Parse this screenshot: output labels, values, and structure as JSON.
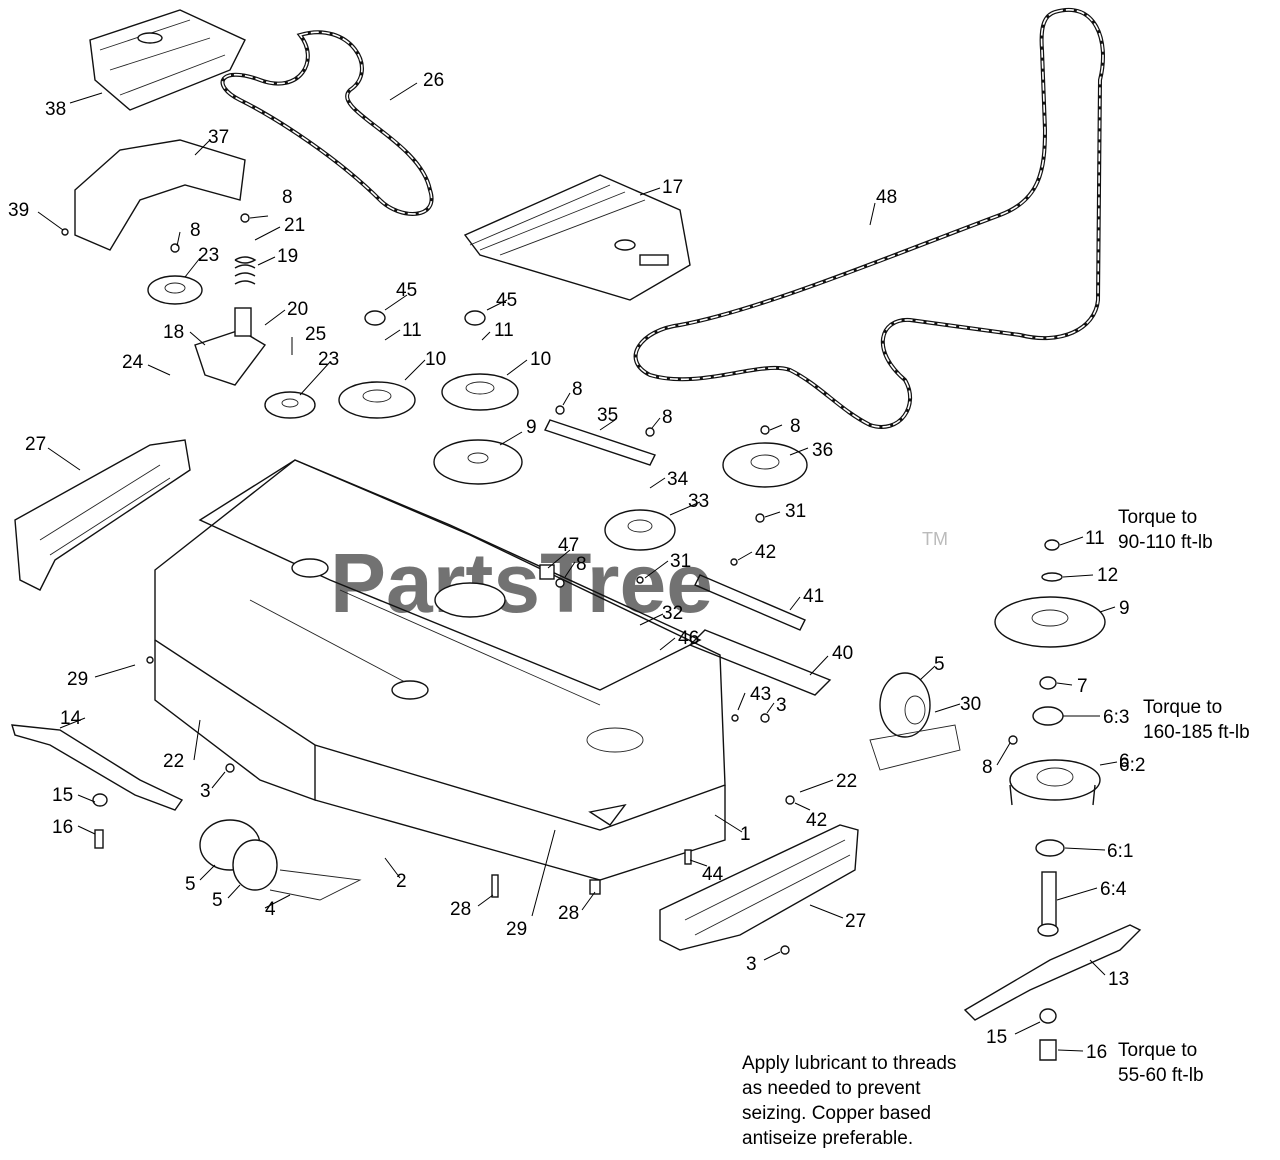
{
  "watermark": {
    "text": "PartsTree",
    "tm": "TM"
  },
  "callouts": [
    {
      "id": "c38",
      "label": "38"
    },
    {
      "id": "c26",
      "label": "26"
    },
    {
      "id": "c37",
      "label": "37"
    },
    {
      "id": "c39",
      "label": "39"
    },
    {
      "id": "c8a",
      "label": "8"
    },
    {
      "id": "c21",
      "label": "21"
    },
    {
      "id": "c8b",
      "label": "8"
    },
    {
      "id": "c23a",
      "label": "23"
    },
    {
      "id": "c19",
      "label": "19"
    },
    {
      "id": "c20",
      "label": "20"
    },
    {
      "id": "c18",
      "label": "18"
    },
    {
      "id": "c24",
      "label": "24"
    },
    {
      "id": "c25",
      "label": "25"
    },
    {
      "id": "c23b",
      "label": "23"
    },
    {
      "id": "c45a",
      "label": "45"
    },
    {
      "id": "c11a",
      "label": "11"
    },
    {
      "id": "c10a",
      "label": "10"
    },
    {
      "id": "c45b",
      "label": "45"
    },
    {
      "id": "c11b",
      "label": "11"
    },
    {
      "id": "c10b",
      "label": "10"
    },
    {
      "id": "c17",
      "label": "17"
    },
    {
      "id": "c48",
      "label": "48"
    },
    {
      "id": "c27a",
      "label": "27"
    },
    {
      "id": "c9a",
      "label": "9"
    },
    {
      "id": "c8c",
      "label": "8"
    },
    {
      "id": "c35",
      "label": "35"
    },
    {
      "id": "c8d",
      "label": "8"
    },
    {
      "id": "c8e",
      "label": "8"
    },
    {
      "id": "c36",
      "label": "36"
    },
    {
      "id": "c34",
      "label": "34"
    },
    {
      "id": "c33",
      "label": "33"
    },
    {
      "id": "c31a",
      "label": "31"
    },
    {
      "id": "c47",
      "label": "47"
    },
    {
      "id": "c8f",
      "label": "8"
    },
    {
      "id": "c31b",
      "label": "31"
    },
    {
      "id": "c42a",
      "label": "42"
    },
    {
      "id": "c11c",
      "label": "11"
    },
    {
      "id": "c12",
      "label": "12"
    },
    {
      "id": "c9b",
      "label": "9"
    },
    {
      "id": "c41",
      "label": "41"
    },
    {
      "id": "c32",
      "label": "32"
    },
    {
      "id": "c46",
      "label": "46"
    },
    {
      "id": "c40",
      "label": "40"
    },
    {
      "id": "c7",
      "label": "7"
    },
    {
      "id": "c5a",
      "label": "5"
    },
    {
      "id": "c30",
      "label": "30"
    },
    {
      "id": "c63",
      "label": "6:3"
    },
    {
      "id": "c43",
      "label": "43"
    },
    {
      "id": "c3a",
      "label": "3"
    },
    {
      "id": "c29a",
      "label": "29"
    },
    {
      "id": "c14",
      "label": "14"
    },
    {
      "id": "c22a",
      "label": "22"
    },
    {
      "id": "c3b",
      "label": "3"
    },
    {
      "id": "c8g",
      "label": "8"
    },
    {
      "id": "c6",
      "label": "6"
    },
    {
      "id": "c62",
      "label": "6:2"
    },
    {
      "id": "c22b",
      "label": "22"
    },
    {
      "id": "c42b",
      "label": "42"
    },
    {
      "id": "c15a",
      "label": "15"
    },
    {
      "id": "c16a",
      "label": "16"
    },
    {
      "id": "c1",
      "label": "1"
    },
    {
      "id": "c61",
      "label": "6:1"
    },
    {
      "id": "c44",
      "label": "44"
    },
    {
      "id": "c64",
      "label": "6:4"
    },
    {
      "id": "c5b",
      "label": "5"
    },
    {
      "id": "c2",
      "label": "2"
    },
    {
      "id": "c5c",
      "label": "5"
    },
    {
      "id": "c4",
      "label": "4"
    },
    {
      "id": "c28a",
      "label": "28"
    },
    {
      "id": "c29b",
      "label": "29"
    },
    {
      "id": "c28b",
      "label": "28"
    },
    {
      "id": "c27b",
      "label": "27"
    },
    {
      "id": "c3c",
      "label": "3"
    },
    {
      "id": "c13",
      "label": "13"
    },
    {
      "id": "c15b",
      "label": "15"
    },
    {
      "id": "c16b",
      "label": "16"
    }
  ],
  "notes": {
    "torque_spindle_nut": [
      "Torque to",
      "90-110 ft-lb"
    ],
    "torque_spindle_housing": [
      "Torque to",
      "160-185 ft-lb"
    ],
    "torque_blade_bolt": [
      "Torque to",
      "55-60 ft-lb"
    ],
    "lubricant": [
      "Apply lubricant to threads",
      "as needed to prevent",
      "seizing. Copper based",
      "antiseize preferable."
    ]
  }
}
